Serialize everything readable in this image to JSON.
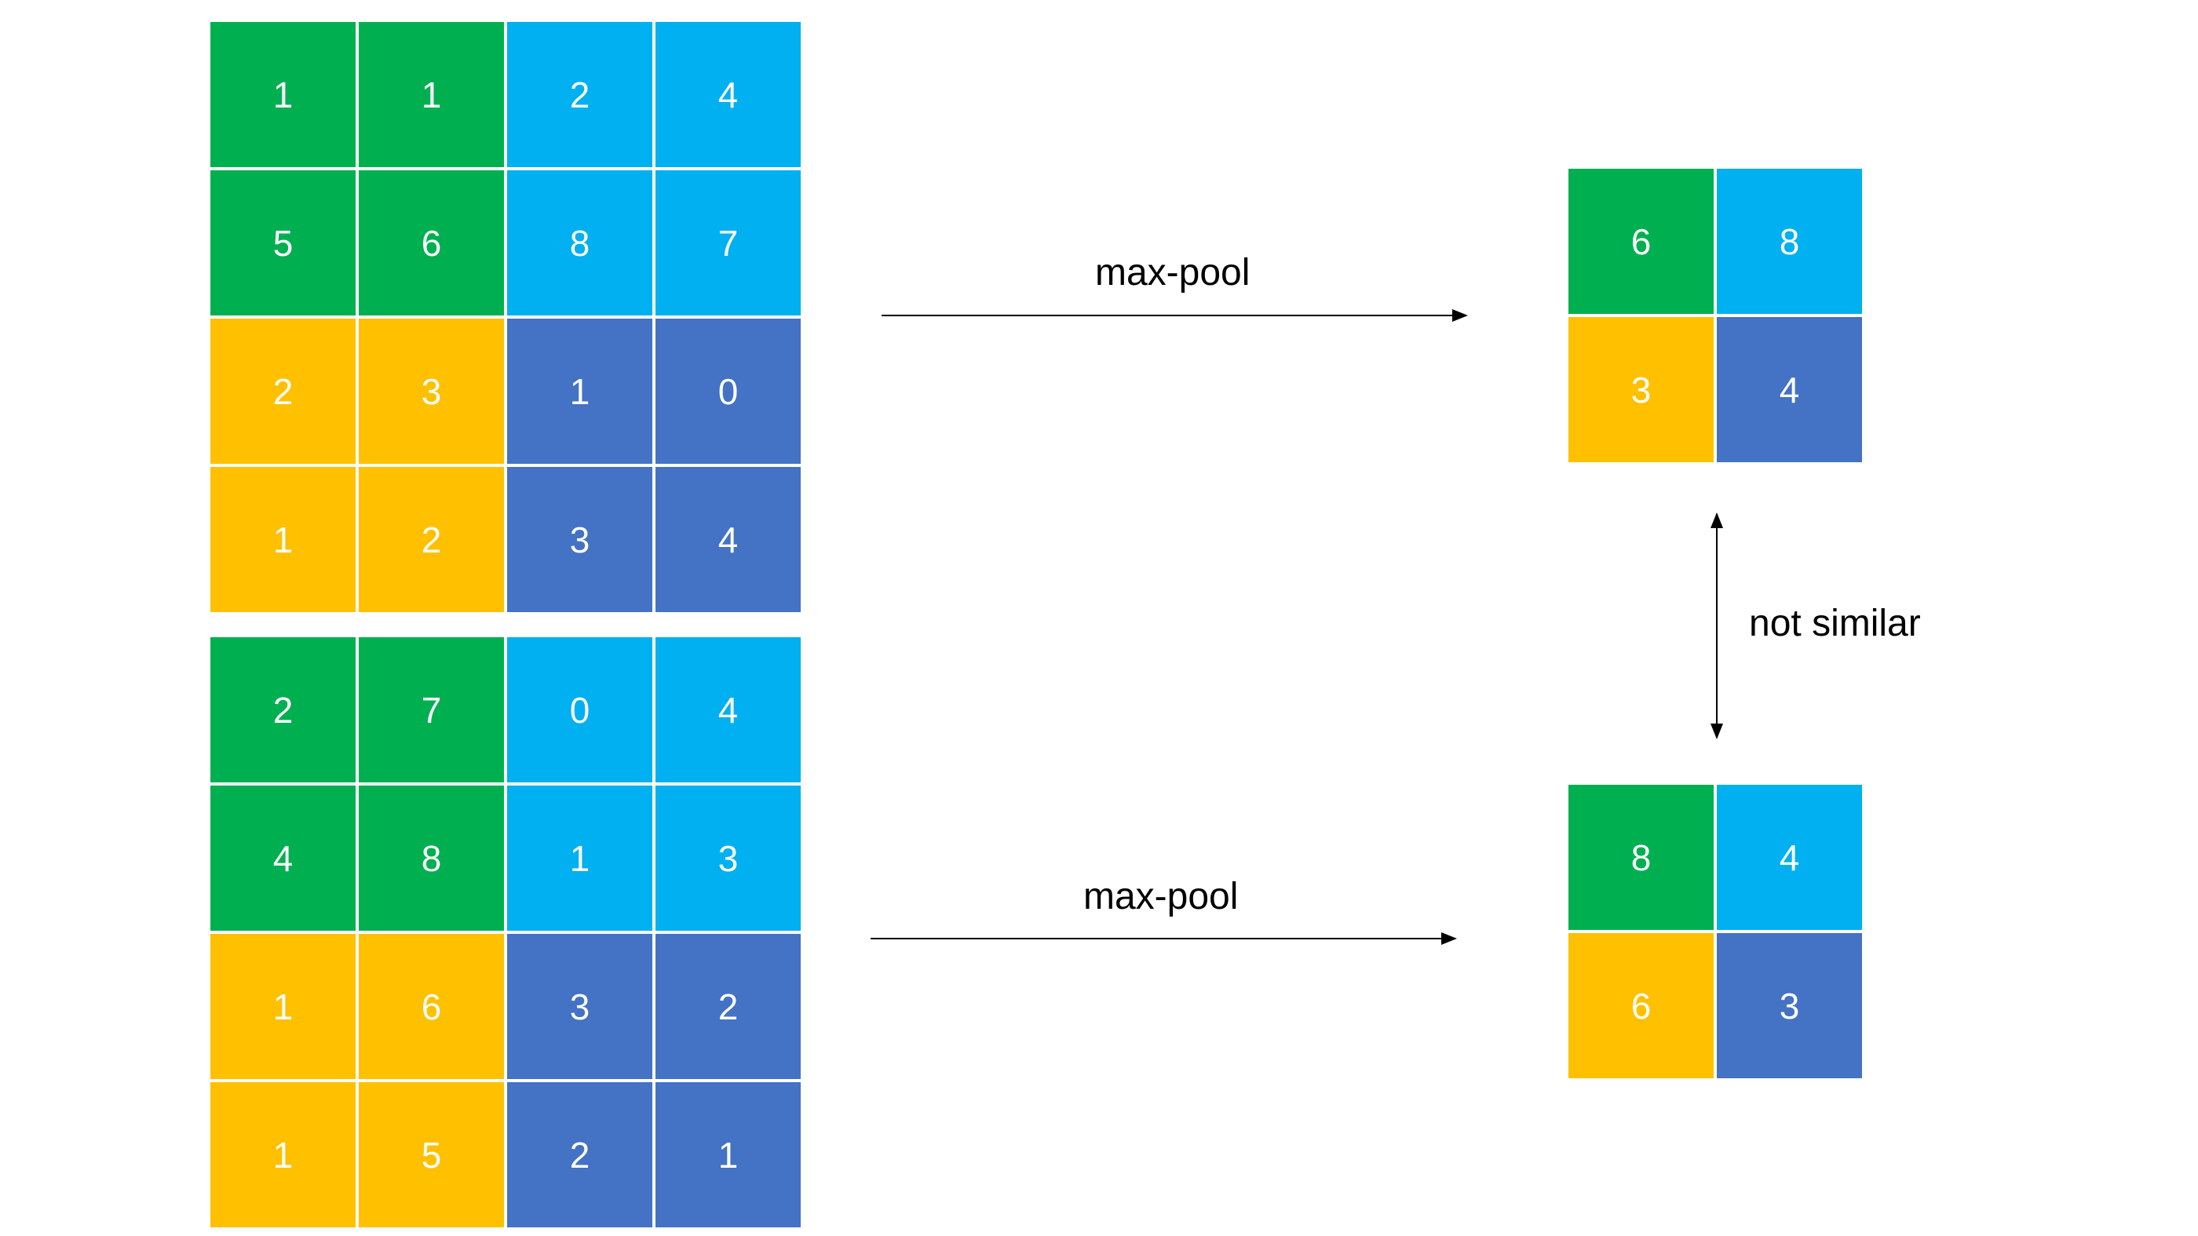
{
  "colors": {
    "green": "#00B050",
    "light_blue": "#00B0F0",
    "yellow": "#FFC000",
    "dark_blue": "#4472C4",
    "text_on_cell": "#FFFFFF",
    "arrow": "#000000"
  },
  "input_top": {
    "rows": [
      [
        "1",
        "1",
        "2",
        "4"
      ],
      [
        "5",
        "6",
        "8",
        "7"
      ],
      [
        "2",
        "3",
        "1",
        "0"
      ],
      [
        "1",
        "2",
        "3",
        "4"
      ]
    ]
  },
  "input_bottom": {
    "rows": [
      [
        "2",
        "7",
        "0",
        "4"
      ],
      [
        "4",
        "8",
        "1",
        "3"
      ],
      [
        "1",
        "6",
        "3",
        "2"
      ],
      [
        "1",
        "5",
        "2",
        "1"
      ]
    ]
  },
  "output_top": {
    "rows": [
      [
        "6",
        "8"
      ],
      [
        "3",
        "4"
      ]
    ]
  },
  "output_bottom": {
    "rows": [
      [
        "8",
        "4"
      ],
      [
        "6",
        "3"
      ]
    ]
  },
  "labels": {
    "top_arrow": "max-pool",
    "bottom_arrow": "max-pool",
    "comparison": "not similar"
  }
}
